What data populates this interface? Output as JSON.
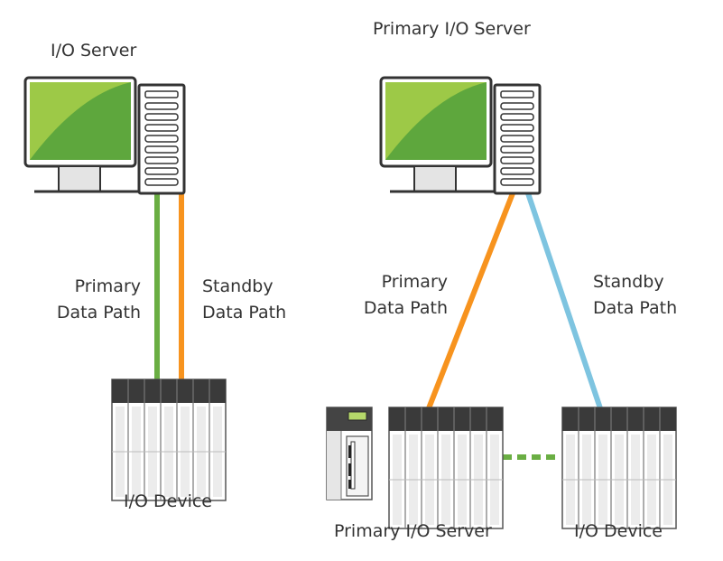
{
  "labels": {
    "left_server": "I/O Server",
    "left_primary_path": "Primary\nData Path",
    "left_standby_path": "Standby\nData Path",
    "left_device": "I/O Device",
    "right_top_server": "Primary I/O Server",
    "right_primary_path": "Primary\nData Path",
    "right_standby_path": "Standby\nData Path",
    "right_bottom_server": "Primary I/O Server",
    "right_device": "I/O Device"
  },
  "colors": {
    "primary_path": "#6aae43",
    "standby_path": "#f7931e",
    "right_standby_path": "#7ec4e0",
    "screen_light": "#9dc947",
    "screen_dark": "#5ea73d",
    "link_dashed": "#6aae43",
    "outline": "#333333"
  },
  "icons": {
    "computer": "desktop-computer-icon",
    "rack": "io-rack-icon",
    "controller": "plc-controller-icon"
  }
}
